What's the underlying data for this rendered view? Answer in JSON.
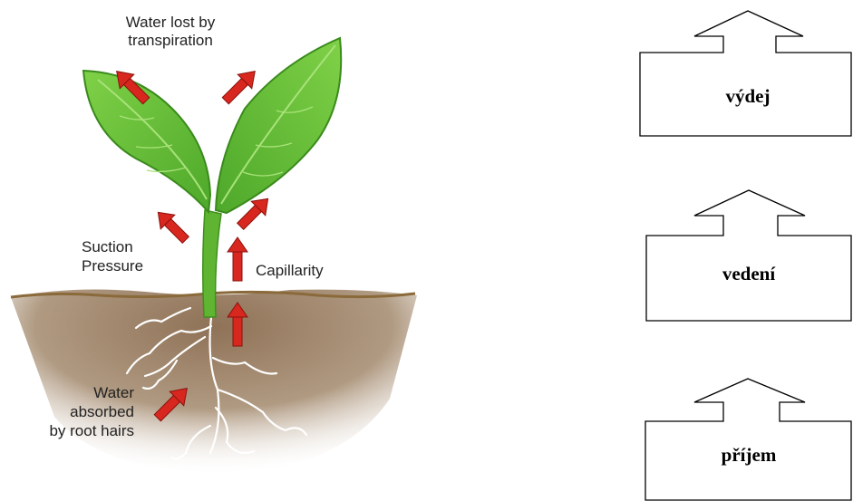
{
  "plant_diagram": {
    "labels": {
      "transpiration_line1": "Water lost by",
      "transpiration_line2": "transpiration",
      "suction_line1": "Suction",
      "suction_line2": "Pressure",
      "capillarity": "Capillarity",
      "absorbed_line1": "Water",
      "absorbed_line2": "absorbed",
      "absorbed_line3": "by root hairs"
    },
    "colors": {
      "leaf": "#6cc43a",
      "leaf_dark": "#3f8f1e",
      "stem": "#5fb532",
      "soil": "#a48a70",
      "soil_line": "#8a6a3a",
      "arrow": "#d8271f",
      "root": "#ffffff"
    }
  },
  "stage_boxes": [
    {
      "label": "výdej"
    },
    {
      "label": "vedení"
    },
    {
      "label": "příjem"
    }
  ]
}
